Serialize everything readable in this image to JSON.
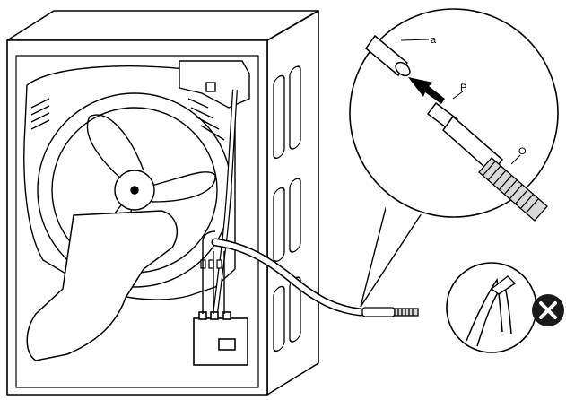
{
  "labels": {
    "a": "a",
    "p": "P",
    "o": "O"
  },
  "icons": {
    "warning": "cross-circle-icon",
    "arrow": "push-arrow-icon"
  },
  "colors": {
    "line": "#000000",
    "fill_light": "#ffffff",
    "fill_shade": "#d9d9d9",
    "badge": "#1a1a1a"
  }
}
